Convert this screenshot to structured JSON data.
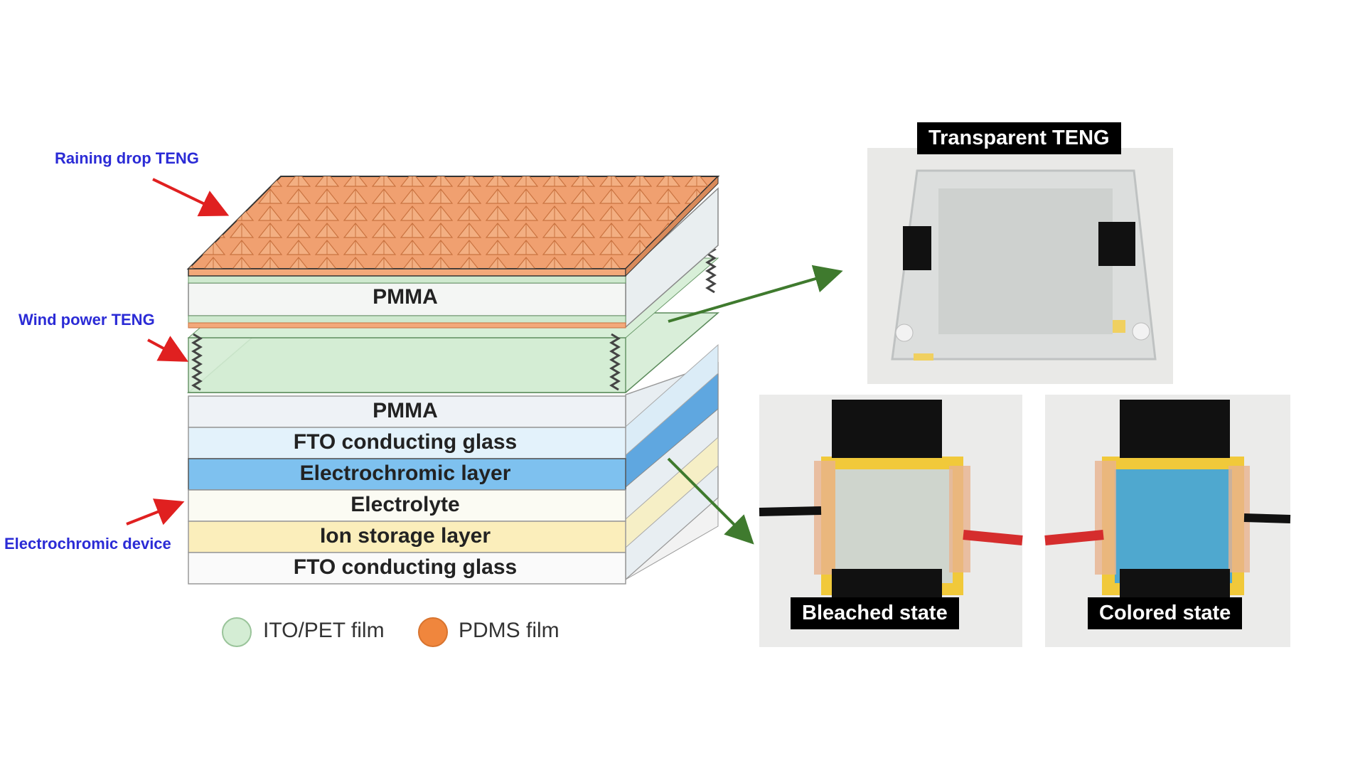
{
  "labels": {
    "raining_drop": "Raining drop TENG",
    "wind_power": "Wind power TENG",
    "electrochromic_device": "Electrochromic device"
  },
  "layers": {
    "pmma_top": "PMMA",
    "pmma_bottom": "PMMA",
    "fto_top": "FTO conducting glass",
    "electrochromic": "Electrochromic layer",
    "electrolyte": "Electrolyte",
    "ion_storage": "Ion storage layer",
    "fto_bottom": "FTO conducting glass"
  },
  "legend": {
    "ito_pet": "ITO/PET film",
    "pdms": "PDMS film"
  },
  "photos": {
    "transparent_teng": "Transparent TENG",
    "bleached": "Bleached state",
    "colored": "Colored state"
  },
  "colors": {
    "label_blue": "#2b2bd6",
    "arrow_red": "#e02020",
    "arrow_green": "#3f7a2e",
    "pdms_orange": "#f0a070",
    "ito_green": "#cfe9cf",
    "electrochromic_blue": "#7ec1ef",
    "ion_storage_yellow": "#fbeebb",
    "fto_lightblue": "#e3f2fb"
  }
}
